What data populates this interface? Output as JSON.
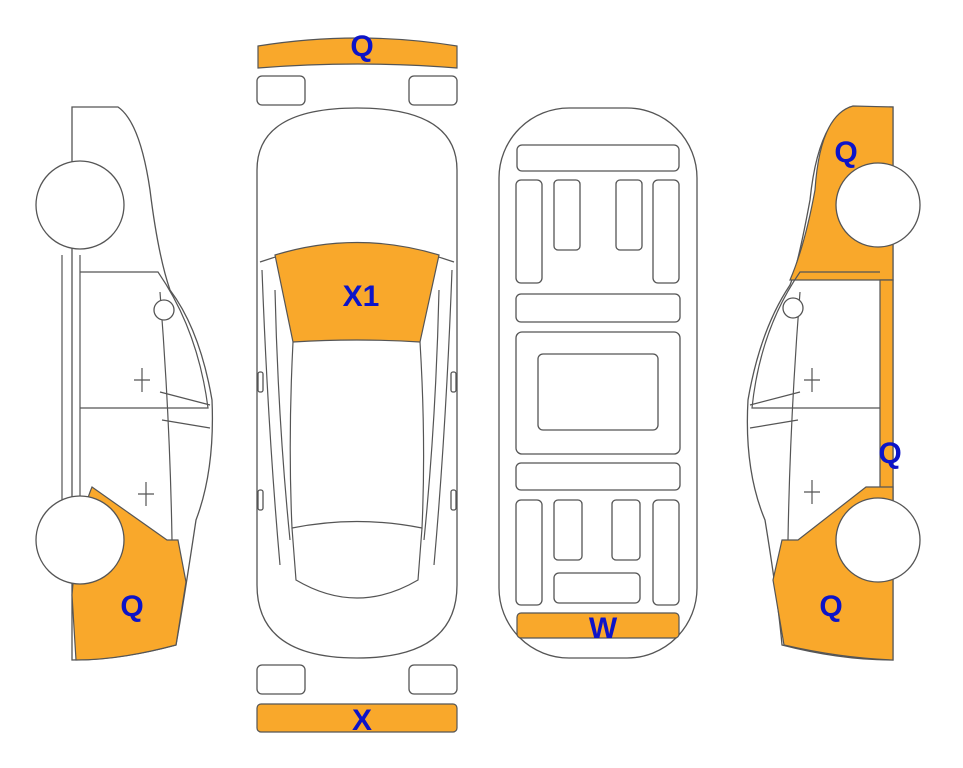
{
  "colors": {
    "damage_fill": "#F9A82B",
    "label_text": "#0D14C8",
    "outline": "#555555"
  },
  "codes": {
    "top_front_bumper": "Q",
    "top_windshield": "X1",
    "top_rear_bumper": "X",
    "underbody_rear": "W",
    "left_side_rear": "Q",
    "right_side_front": "Q",
    "right_side_middle": "Q",
    "right_side_rear": "Q"
  }
}
